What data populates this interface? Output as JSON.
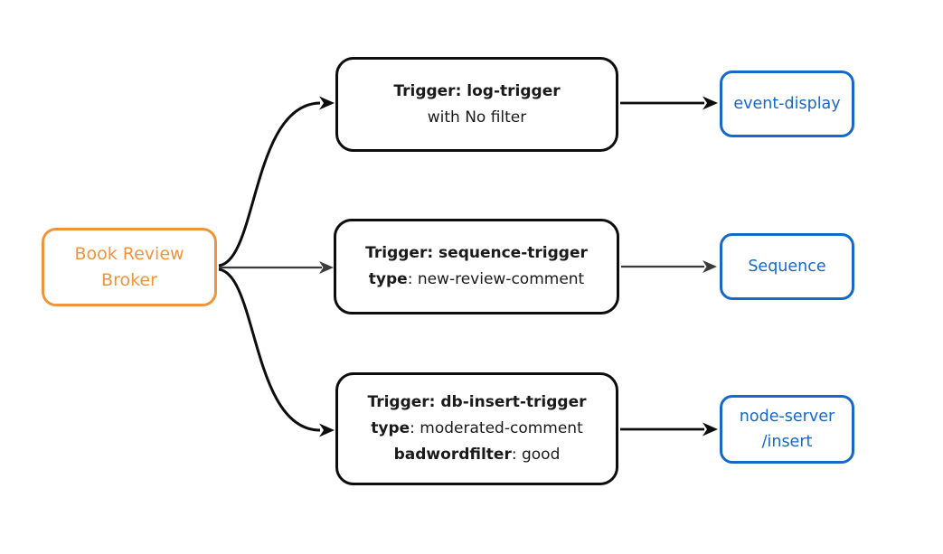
{
  "diagram": {
    "broker": {
      "label_line1": "Book Review",
      "label_line2": "Broker"
    },
    "triggers": [
      {
        "id": "log-trigger",
        "lines": [
          {
            "bold": "Trigger: log-trigger",
            "normal": ""
          },
          {
            "bold": "",
            "normal": "with No filter"
          }
        ]
      },
      {
        "id": "sequence-trigger",
        "lines": [
          {
            "bold": "Trigger: sequence-trigger",
            "normal": ""
          },
          {
            "bold": "type",
            "normal": ": new-review-comment"
          }
        ]
      },
      {
        "id": "db-insert-trigger",
        "lines": [
          {
            "bold": "Trigger: db-insert-trigger",
            "normal": ""
          },
          {
            "bold": "type",
            "normal": ": moderated-comment"
          },
          {
            "bold": "badwordfilter",
            "normal": ": good"
          }
        ]
      }
    ],
    "sinks": [
      {
        "id": "event-display",
        "lines": [
          "event-display"
        ]
      },
      {
        "id": "sequence",
        "lines": [
          "Sequence"
        ]
      },
      {
        "id": "node-server",
        "lines": [
          "node-server",
          "/insert"
        ]
      }
    ],
    "edges": [
      {
        "from": "broker",
        "to": "log-trigger"
      },
      {
        "from": "broker",
        "to": "sequence-trigger"
      },
      {
        "from": "broker",
        "to": "db-insert-trigger"
      },
      {
        "from": "log-trigger",
        "to": "event-display"
      },
      {
        "from": "sequence-trigger",
        "to": "sequence"
      },
      {
        "from": "db-insert-trigger",
        "to": "node-server"
      }
    ],
    "colors": {
      "broker_orange": "#F0943C",
      "sink_blue": "#1569C7",
      "edge_black": "#0d0d0d",
      "edge_gray": "#3b3b3b",
      "background": "#ffffff"
    }
  }
}
